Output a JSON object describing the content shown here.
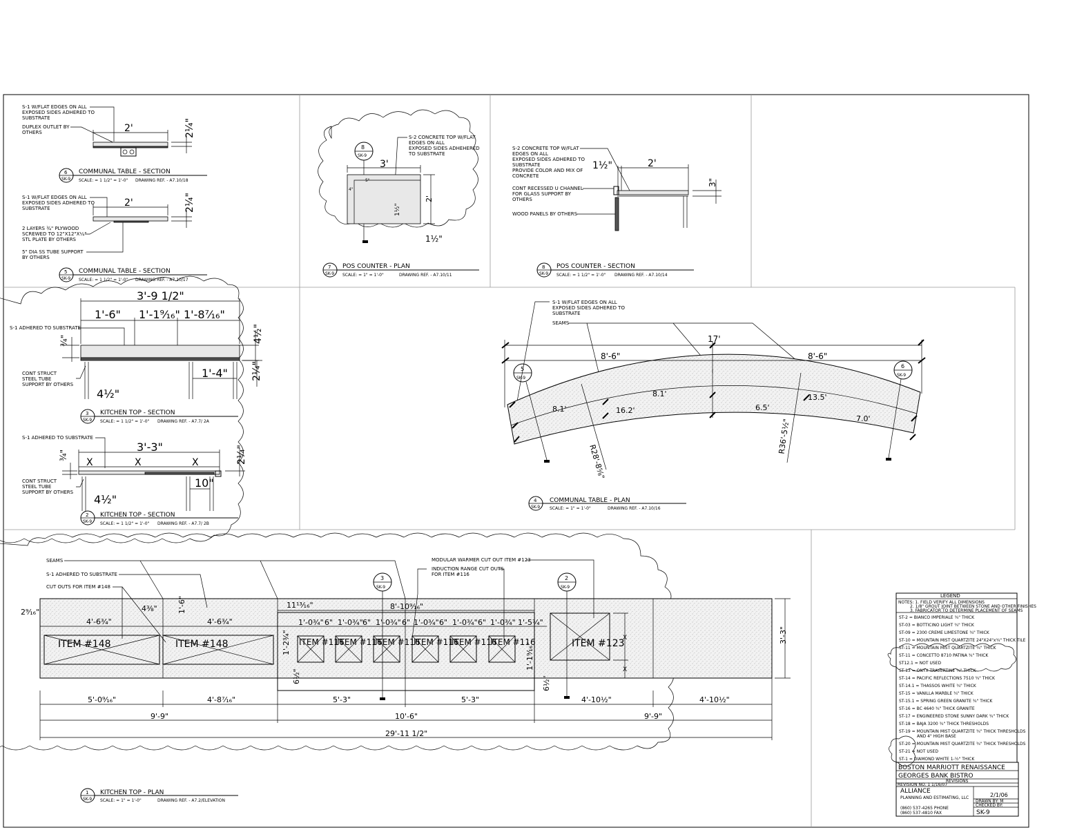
{
  "details": {
    "d6": {
      "num": "6",
      "sheet": "SK-9",
      "title": "COMMUNAL TABLE - SECTION",
      "scale": "SCALE:  = 1 1/2\" =  1'-0\"",
      "ref": "DRAWING REF. - A7.10/18"
    },
    "d5": {
      "num": "5",
      "sheet": "SK-9",
      "title": "COMMUNAL TABLE - SECTION",
      "scale": "SCALE:  = 1 1/2\" =  1'-0\"",
      "ref": "DRAWING REF. - A7.10/17"
    },
    "d7": {
      "num": "7",
      "sheet": "SK-9",
      "title": "POS COUNTER - PLAN",
      "scale": "SCALE:  = 1\" =  1'-0\"",
      "ref": "DRAWING REF. - A7.10/11"
    },
    "d8": {
      "num": "8",
      "sheet": "SK-9",
      "title": "POS COUNTER - SECTION",
      "scale": "SCALE:  = 1 1/2\" =  1'-0\"",
      "ref": "DRAWING REF. - A7.10/14"
    },
    "d3": {
      "num": "3",
      "sheet": "SK-9",
      "title": "KITCHEN TOP - SECTION",
      "scale": "SCALE:  = 1 1/2\" = 1'-0\"",
      "ref": "DRAWING REF. - A7.7/ 2A"
    },
    "d2": {
      "num": "2",
      "sheet": "SK-9",
      "title": "KITCHEN TOP - SECTION",
      "scale": "SCALE:  = 1 1/2\" = 1'-0\"",
      "ref": "DRAWING REF. - A7.7/ 2B"
    },
    "d4": {
      "num": "4",
      "sheet": "SK-9",
      "title": "COMMUNAL TABLE - PLAN",
      "scale": "SCALE:  = 1\" =  1'-0\"",
      "ref": "DRAWING REF. - A7.10/16"
    },
    "d1": {
      "num": "1",
      "sheet": "SK-9",
      "title": "KITCHEN TOP - PLAN",
      "scale": "SCALE:  = 1\" =  1'-0\"",
      "ref": "DRAWING REF. - A7.2/ELEVATION"
    }
  },
  "notes": {
    "s1_flat": [
      "S-1 W/FLAT EDGES ON ALL",
      "EXPOSED SIDES ADHERED TO",
      "SUBSTRATE"
    ],
    "duplex": [
      "DUPLEX OUTLET BY",
      "OTHERS"
    ],
    "plywood": [
      "2 LAYERS ¾\" PLYWOOD",
      "SCREWED TO 12\"X12\"X¼\"",
      "STL PLATE BY OTHERS"
    ],
    "ss_tube": [
      "5\" DIA SS TUBE SUPPORT",
      "BY OTHERS"
    ],
    "s2_concrete_plan": [
      "S-2 CONCRETE TOP W/FLAT",
      "EDGES ON ALL",
      "EXPOSED SIDES ADHEHERED",
      "TO SUBSTRATE"
    ],
    "s2_concrete_sec": [
      "S-2 CONCRETE TOP W/FLAT",
      "EDGES ON ALL",
      "EXPOSED SIDES ADHERED TO",
      "SUBSTRATE",
      "PROVIDE COLOR AND MIX OF",
      "CONCRETE"
    ],
    "u_channel": [
      "CONT RECESSED U CHANNEL",
      "FOR GLASS SUPPORT BY",
      "OTHERS"
    ],
    "wood_panels": "WOOD PANELS BY OTHERS",
    "s1_adhered": "S-1 ADHERED TO SUBSTRATE",
    "cont_struct": [
      "CONT STRUCT",
      "STEEL TUBE",
      "SUPPORT BY OTHERS"
    ],
    "seams": "SEAMS",
    "cutouts_148": "CUT OUTS FOR ITEM #148",
    "warmer": "MODULAR WARMER CUT OUT ITEM #123",
    "induction": [
      "INDUCTION RANGE CUT OUTS",
      "FOR ITEM #116"
    ]
  },
  "dims": {
    "d6_w": "2'",
    "d6_h": "2¼\"",
    "d5_w": "2'",
    "d5_h": "2¼\"",
    "d7_w": "3'",
    "d7_h": "2'",
    "d7_a": "1½\"",
    "d7_b": "1½\"",
    "d7_c": "4\"",
    "d7_d": "5\"",
    "d8_w": "2'",
    "d8_a": "1½\"",
    "d8_h": "3\"",
    "d3_total": "3'-9 1/2\"",
    "d3_a": "1'-6\"",
    "d3_b": "1'-1⁹⁄₁₆\"",
    "d3_c": "1'-8⁷⁄₁₆\"",
    "d3_h": "4½\"",
    "d3_t": "¾\"",
    "d3_leg": "1'-4\"",
    "d3_v": "2¼\"",
    "d3_o": "4½\"",
    "d2_total": "3'-3\"",
    "d2_x": "X",
    "d2_t": "¾\"",
    "d2_v": "2¼\"",
    "d2_leg": "10\"",
    "d2_o": "4½\"",
    "d4_total": "17'",
    "d4_a": "8'-6\"",
    "d4_b": "8'-6\"",
    "d4_r1": "R28'-8⁵⁄₈\"",
    "d4_r2": "R36'-5½\"",
    "d4_arc": [
      "8.1'",
      "16.2'",
      "8.1'",
      "6.5'",
      "13.5'",
      "7.0'"
    ],
    "d1_top": [
      "2⁹⁄₁₆\"",
      "4'-6¾\"",
      "4⅜\"",
      "4'-6¾\"",
      "11¹³⁄₁₆\"",
      "8'-10⁹⁄₁₆\"",
      "1'-6\"",
      "1'-0¾\"",
      "6\"",
      "1'-5¾\""
    ],
    "d1_mid": [
      "5'-0⁹⁄₁₆\"",
      "4'-8⁷⁄₁₆\"",
      "5'-3\"",
      "5'-3\"",
      "4'-10½\"",
      "4'-10½\""
    ],
    "d1_low": [
      "9'-9\"",
      "10'-6\"",
      "9'-9\""
    ],
    "d1_total": "29'-11 1/2\"",
    "d1_side": [
      "3'-3\"",
      "1'-2¾\"",
      "6½\"",
      "1'-1⁹⁄₁₆\"",
      "6½\"",
      "X"
    ]
  },
  "items": {
    "i148": "ITEM #148",
    "i116": "ITEM #116",
    "i123": "ITEM #123"
  },
  "legend": {
    "title": "LEGEND",
    "notes": [
      "NOTES: 1. FIELD VERIFY ALL DIMENSIONS",
      "2. 1/8\" GROUT JOINT BETWEEN STONE AND OTHER FINISHES",
      "3. FABRICATOR TO DETERMINE PLACEMENT OF SEAMS"
    ],
    "entries": [
      "ST-2 = BIANCO IMPERIALE ¾\" THICK",
      "ST-03 = BOTTICINO LIGHT ¾\" THICK",
      "ST-09 = 2300 CREME LIMESTONE ¾\" THICK",
      "ST-10 = MOUNTAIN MIST QUARTZITE 24\"X24\"x¾\" THICK TILE",
      "ST-11 = MOUNTAIN MIST QUARTZITE ¾\" THICK",
      "ST-11 = CONCETTO 8710 PATINA ¾\" THICK",
      "ST12.1 = NOT USED",
      "ST-13 = ONYX TRAVERTINE ¾\" THICK",
      "ST-14 = PACIFIC REFLECTIONS 7510 ¾\" THICK",
      "ST-14.1 = THASSOS WHITE ¾\" THICK",
      "ST-15 = VANILLA MARBLE ¾\" THICK",
      "ST-15.1 = SPRING GREEN GRANITE ¾\" THICK",
      "ST-16 = BC 4640 ¾\" THICK GRANITE",
      "ST-17 = ENGINEERED STONE SUNNY DARK ¾\" THICK",
      "ST-18 = BAJA 3200 ¾\" THICK THRESHOLDS",
      "ST-19 = MOUNTAIN MIST QUARTZITE ¾\" THICK THRESHOLDS",
      "AND 4\" HIGH BASE",
      "ST-20 = MOUNTAIN MIST QUARTZITE ¾\" THICK THRESHOLDS",
      "ST-21 = NOT USED",
      "ST-1 = DIAMOND WHITE 1-½\" THICK"
    ]
  },
  "title_block": {
    "project1": "BOSTON MARRIOTT RENAISSANCE",
    "project2": "GEORGES BANK BISTRO",
    "revisions": "REVISIONS",
    "revision_no": "REVISION NO. 1  1/16/07",
    "company": "ALLIANCE",
    "company_sub": "PLANNING AND ESTIMATING, LLC",
    "phone": "(860) 537-4265 PHONE",
    "fax": "(860) 537-4810 FAX",
    "date": "2/1/06",
    "drawn_by": "DRAWN BY:   M",
    "checked_by": "CHECKED BY:",
    "sheet": "SK-9"
  }
}
